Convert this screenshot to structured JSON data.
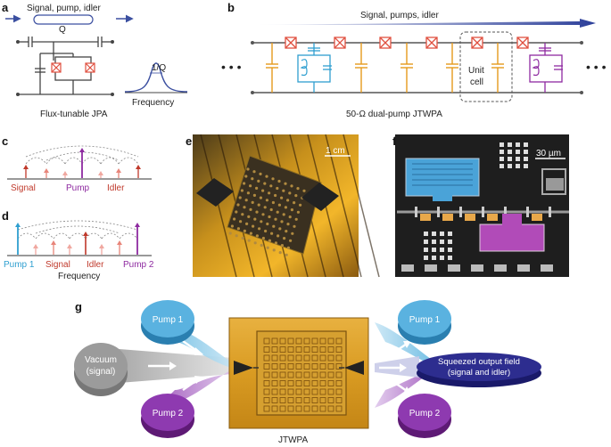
{
  "panels": {
    "a": {
      "letter": "a",
      "signal_label": "Signal, pump, idler",
      "q_label": "Q",
      "inv_q_label": "1/Q",
      "freq_label": "Frequency",
      "caption": "Flux-tunable JPA"
    },
    "b": {
      "letter": "b",
      "arrow_label": "Signal, pumps, idler",
      "unit_cell_label_1": "Unit",
      "unit_cell_label_2": "cell",
      "caption": "50-Ω dual-pump JTWPA",
      "dots_left": "• • •",
      "dots_right": "• • •"
    },
    "c": {
      "letter": "c",
      "labels": [
        "Signal",
        "Pump",
        "Idler"
      ]
    },
    "d": {
      "letter": "d",
      "labels": [
        "Pump 1",
        "Signal",
        "Idler",
        "Pump 2"
      ],
      "axis_label": "Frequency"
    },
    "e": {
      "letter": "e",
      "scale_label": "1 cm"
    },
    "f": {
      "letter": "f",
      "scale_label": "30 µm"
    },
    "g": {
      "letter": "g",
      "vacuum_label_1": "Vacuum",
      "vacuum_label_2": "(signal)",
      "pump1_left": "Pump 1",
      "pump2_left": "Pump 2",
      "pump1_right": "Pump 1",
      "pump2_right": "Pump 2",
      "output_label_1": "Squeezed output field",
      "output_label_2": "(signal and idler)",
      "caption": "JTWPA"
    }
  },
  "colors": {
    "signal": "#c0392b",
    "pump": "#8e2aa0",
    "pump1": "#2f9fd0",
    "idler": "#c0392b",
    "capacitor": "#e59a1c",
    "junction": "#e05040",
    "arrow": "#3b4fa0"
  }
}
